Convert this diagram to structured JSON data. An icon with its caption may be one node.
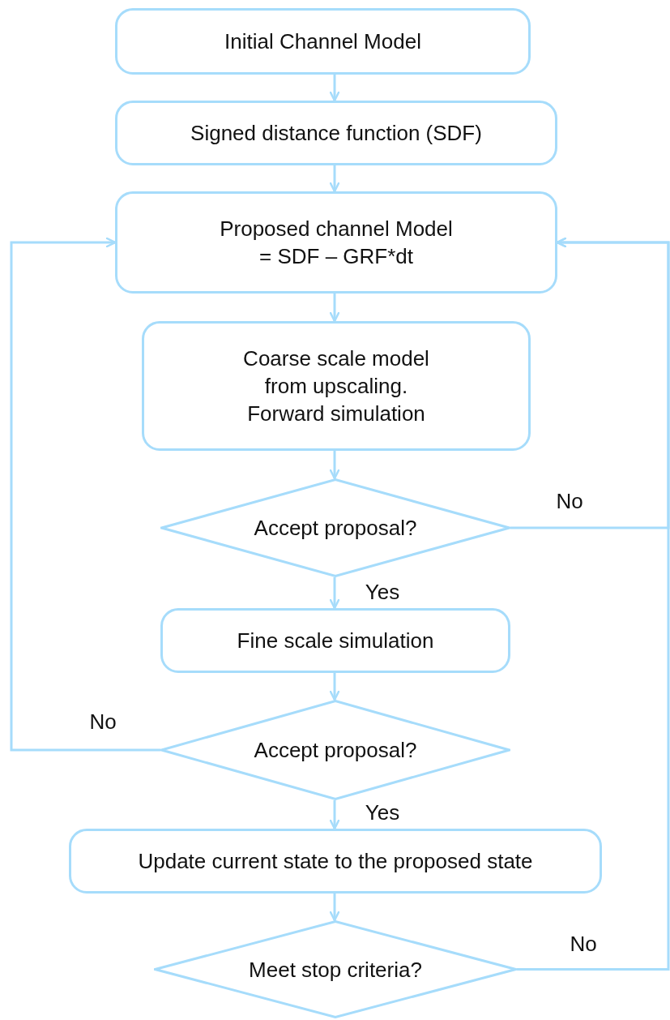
{
  "diagram": {
    "nodes": [
      {
        "text": [
          "Initial Channel Model"
        ]
      },
      {
        "text": [
          "Signed distance function (SDF)"
        ]
      },
      {
        "text": [
          "Proposed channel Model = SDF – GRF*dt"
        ]
      },
      {
        "text": [
          "Coarse scale model from upscaling. Forward simulation"
        ]
      },
      {
        "text": [
          "Accept proposal?"
        ]
      },
      {
        "text": [
          "Fine scale simulation"
        ]
      },
      {
        "text": [
          "Accept proposal?"
        ]
      },
      {
        "text": [
          "Update current state to the proposed state"
        ]
      },
      {
        "text": [
          "Meet stop criteria?"
        ]
      }
    ],
    "edges": [
      {
        "from": 0,
        "to": 1,
        "arrow": "to"
      },
      {
        "from": 1,
        "to": 2,
        "arrow": "to"
      },
      {
        "from": 2,
        "to": 3,
        "arrow": "to"
      },
      {
        "from": 3,
        "to": 4,
        "arrow": "to"
      },
      {
        "from": 4,
        "to": 5,
        "arrow": "to",
        "label": "Yes"
      },
      {
        "from": 5,
        "to": 6,
        "arrow": "to"
      },
      {
        "from": 6,
        "to": 7,
        "arrow": "to",
        "label": "Yes"
      },
      {
        "from": 7,
        "to": 8,
        "arrow": "to"
      },
      {
        "from": 4,
        "to": 2,
        "arrow": "to",
        "label": "No"
      },
      {
        "from": 6,
        "to": 2,
        "arrow": "to",
        "label": "No"
      },
      {
        "from": 8,
        "to": 2,
        "arrow": "to",
        "label": "No"
      }
    ]
  }
}
